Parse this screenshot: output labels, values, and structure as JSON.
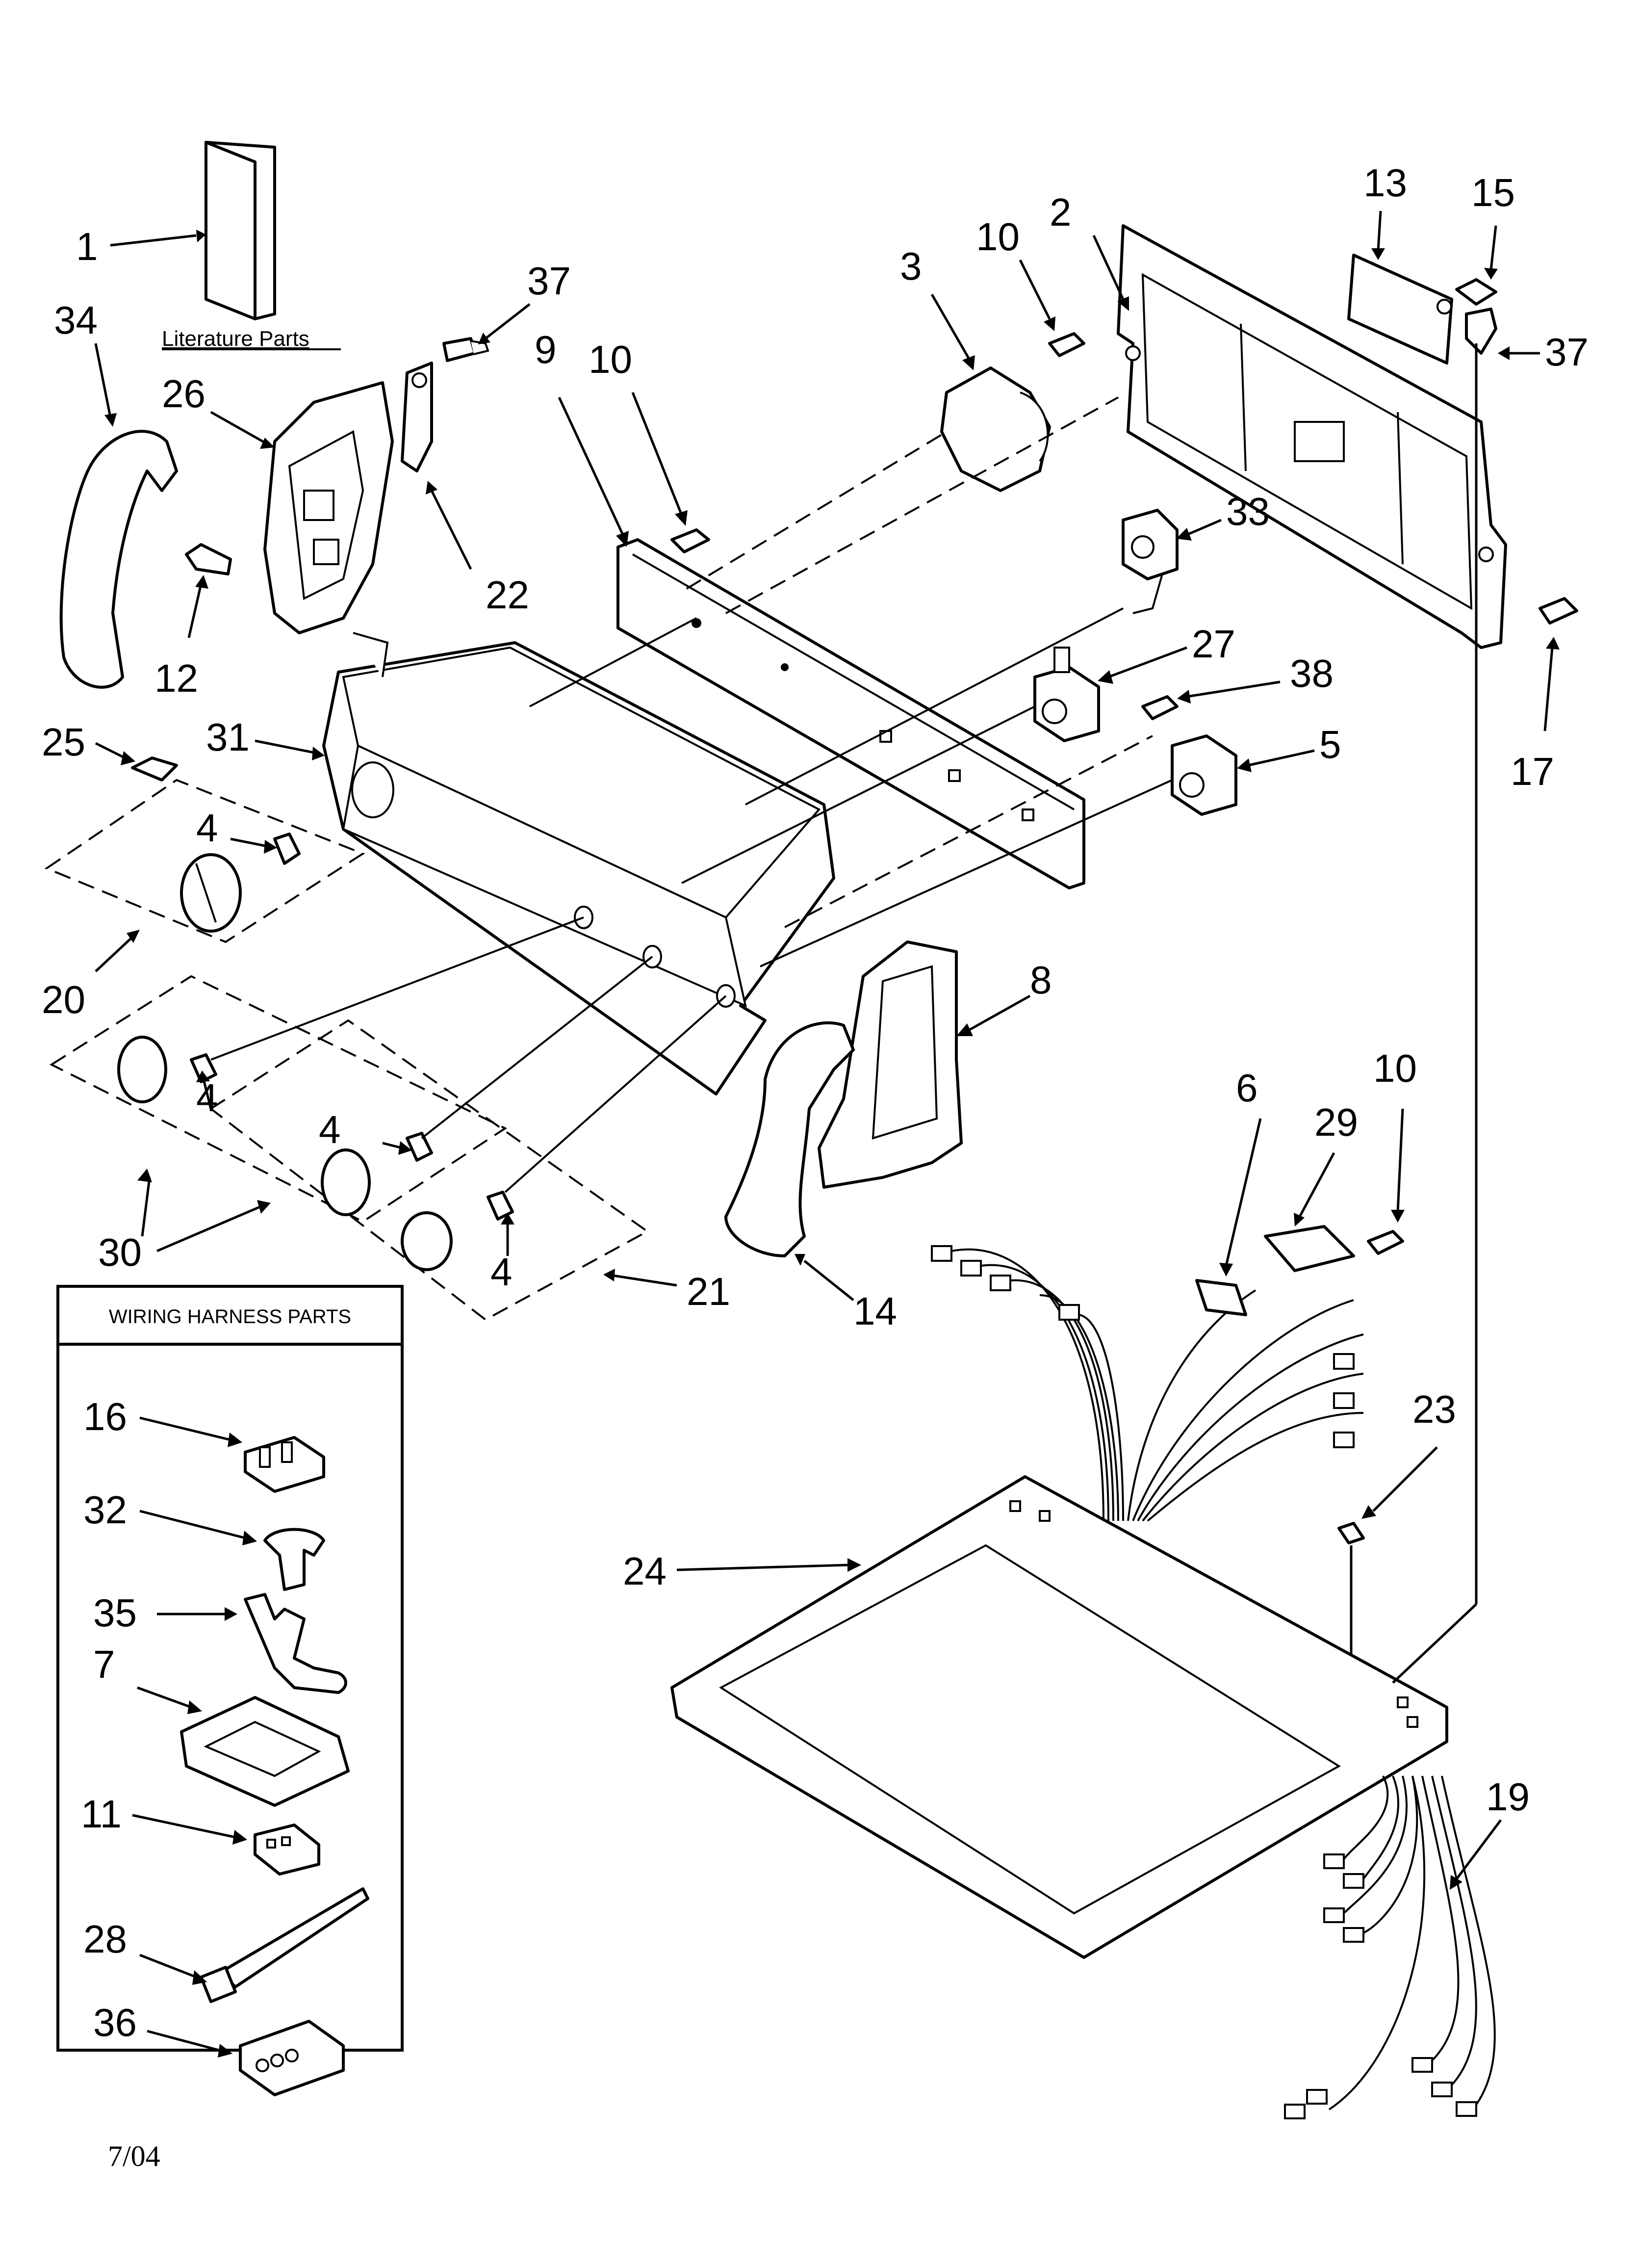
{
  "literature_label": "Literature Parts",
  "wiring_box_title": "WIRING HARNESS PARTS",
  "date_code": "7/04",
  "callouts": {
    "c1": "1",
    "c34": "34",
    "c26": "26",
    "c37a": "37",
    "c22": "22",
    "c12": "12",
    "c10a": "10",
    "c9": "9",
    "c3": "3",
    "c10b": "10",
    "c2": "2",
    "c13": "13",
    "c15": "15",
    "c37b": "37",
    "c33": "33",
    "c27": "27",
    "c38": "38",
    "c5": "5",
    "c17": "17",
    "c25": "25",
    "c31": "31",
    "c4a": "4",
    "c20": "20",
    "c4b": "4",
    "c4c": "4",
    "c4d": "4",
    "c30": "30",
    "c21": "21",
    "c8": "8",
    "c14": "14",
    "c6": "6",
    "c29": "29",
    "c10c": "10",
    "c23": "23",
    "c24": "24",
    "c19": "19",
    "c16": "16",
    "c32": "32",
    "c35": "35",
    "c7": "7",
    "c11": "11",
    "c28": "28",
    "c36": "36"
  }
}
